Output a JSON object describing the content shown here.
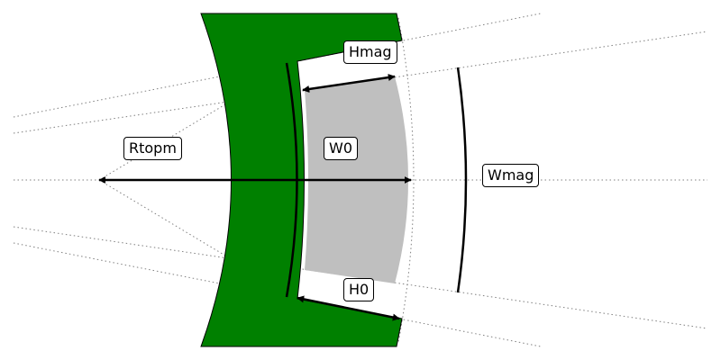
{
  "labels": {
    "rtopm": "Rtopm",
    "w0": "W0",
    "wmag": "Wmag",
    "hmag": "Hmag",
    "h0": "H0"
  },
  "colors": {
    "rotor": "#008000",
    "magnet": "#bfbfbf",
    "guide_lines": "#808080",
    "arrows": "#000000"
  }
}
